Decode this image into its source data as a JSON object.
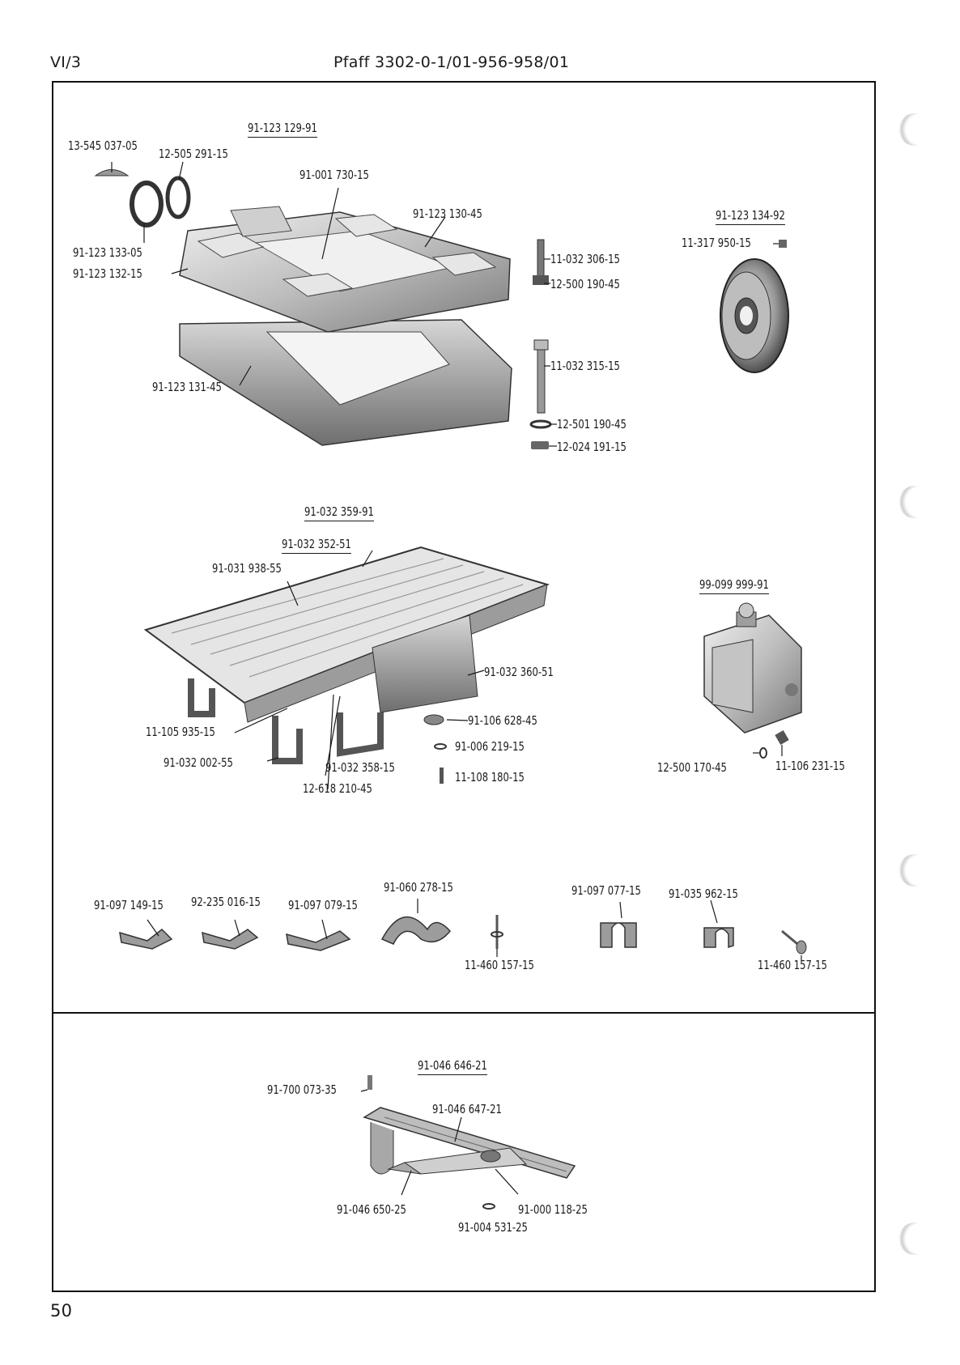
{
  "header": {
    "section": "VI/3",
    "title": "Pfaff 3302-0-1/01-956-958/01",
    "page_number": "50"
  },
  "labels": {
    "base_assembly": {
      "assembly_no": "91-123 129-91",
      "l1": "13-545 037-05",
      "l2": "12-505 291-15",
      "l3": "91-001 730-15",
      "l4": "91-123 130-45",
      "l5": "91-123 133-05",
      "l6": "91-123 132-15",
      "l7": "91-123 131-45",
      "b1": "11-032 306-15",
      "b2": "12-500 190-45",
      "b3": "11-032 315-15",
      "b4": "12-501 190-45",
      "b5": "12-024 191-15"
    },
    "pulley": {
      "assembly_no": "91-123 134-92",
      "l1": "11-317 950-15"
    },
    "table": {
      "assembly_no": "91-032 359-91",
      "sub_no": "91-032 352-51",
      "l1": "91-031 938-55",
      "l2": "91-032 360-51",
      "l3": "91-106 628-45",
      "l4": "91-006 219-15",
      "l5": "11-108 180-15",
      "l6": "11-105 935-15",
      "l7": "91-032 002-55",
      "l8": "91-032 358-15",
      "l9": "12-618 210-45"
    },
    "pump": {
      "assembly_no": "99-099 999-91",
      "l1": "12-500 170-45",
      "l2": "11-106 231-15"
    },
    "clips": {
      "c1": "91-097 149-15",
      "c2": "92-235 016-15",
      "c3": "91-097 079-15",
      "c4": "91-060 278-15",
      "c5": "11-460 157-15",
      "c6": "91-097 077-15",
      "c7": "91-035 962-15",
      "c8": "11-460 157-15"
    },
    "guide": {
      "assembly_no": "91-046 646-21",
      "l1": "91-700 073-35",
      "l2": "91-046 647-21",
      "l3": "91-046 650-25",
      "l4": "91-000 118-25",
      "l5": "91-004 531-25"
    }
  },
  "colors": {
    "ink": "#1a1a1a",
    "metal_light": "#d8d8d8",
    "metal_mid": "#a9a9a9",
    "metal_dark": "#555555"
  }
}
